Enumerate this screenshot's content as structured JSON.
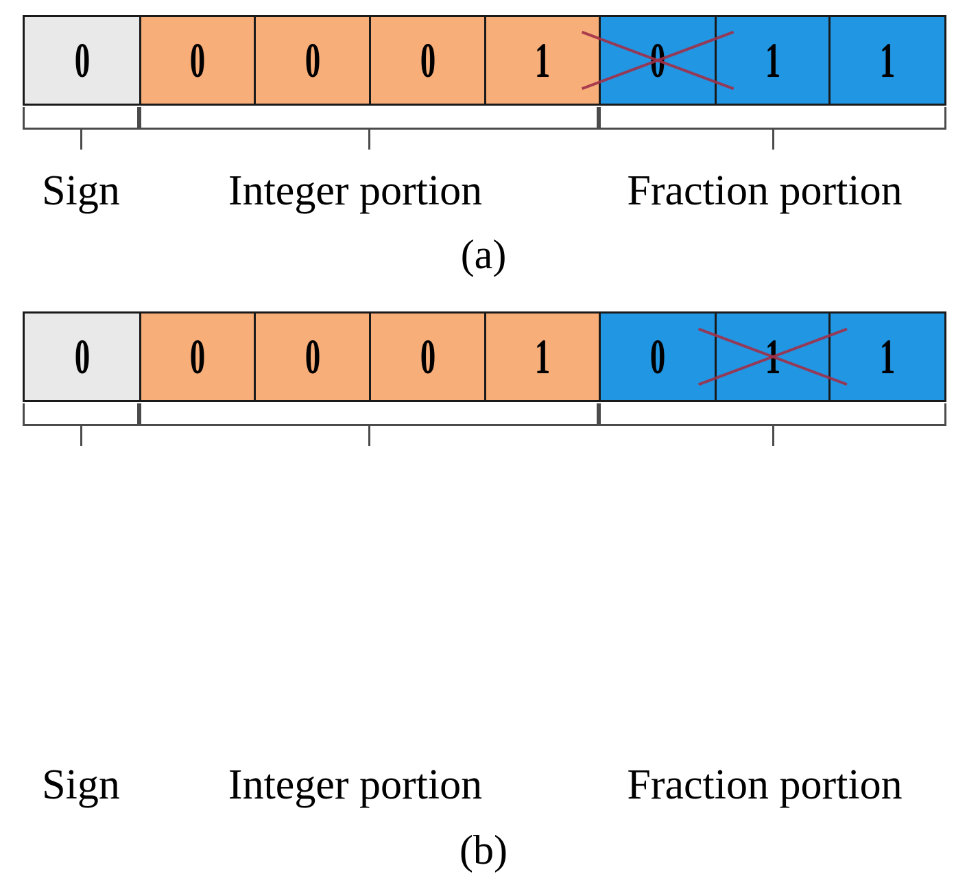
{
  "colors": {
    "sign_cell": "#e9e9e9",
    "integer_cell": "#f8ae79",
    "fraction_cell": "#2196e3",
    "border": "#1a1a1a",
    "cross_out": "#a03048",
    "brace": "#4b4b4b",
    "background": "#ffffff",
    "text": "#000000"
  },
  "figures": [
    {
      "id": "a",
      "caption": "(a)",
      "word_length": 8,
      "bits": [
        {
          "index": 0,
          "value": "0",
          "group": "sign",
          "crossed_out": false
        },
        {
          "index": 1,
          "value": "0",
          "group": "integer",
          "crossed_out": false
        },
        {
          "index": 2,
          "value": "0",
          "group": "integer",
          "crossed_out": false
        },
        {
          "index": 3,
          "value": "0",
          "group": "integer",
          "crossed_out": false
        },
        {
          "index": 4,
          "value": "1",
          "group": "integer",
          "crossed_out": false
        },
        {
          "index": 5,
          "value": "0",
          "group": "fraction",
          "crossed_out": true
        },
        {
          "index": 6,
          "value": "1",
          "group": "fraction",
          "crossed_out": false
        },
        {
          "index": 7,
          "value": "1",
          "group": "fraction",
          "crossed_out": false
        }
      ],
      "groups": [
        {
          "key": "sign",
          "label": "Sign",
          "bit_count": 1
        },
        {
          "key": "integer",
          "label": "Integer portion",
          "bit_count": 4
        },
        {
          "key": "fraction",
          "label": "Fraction portion",
          "bit_count": 3
        }
      ]
    },
    {
      "id": "b",
      "caption": "(b)",
      "word_length": 8,
      "bits": [
        {
          "index": 0,
          "value": "0",
          "group": "sign",
          "crossed_out": false
        },
        {
          "index": 1,
          "value": "0",
          "group": "integer",
          "crossed_out": false
        },
        {
          "index": 2,
          "value": "0",
          "group": "integer",
          "crossed_out": false
        },
        {
          "index": 3,
          "value": "0",
          "group": "integer",
          "crossed_out": false
        },
        {
          "index": 4,
          "value": "1",
          "group": "integer",
          "crossed_out": false
        },
        {
          "index": 5,
          "value": "0",
          "group": "fraction",
          "crossed_out": false
        },
        {
          "index": 6,
          "value": "1",
          "group": "fraction",
          "crossed_out": true
        },
        {
          "index": 7,
          "value": "1",
          "group": "fraction",
          "crossed_out": false
        }
      ],
      "groups": [
        {
          "key": "sign",
          "label": "Sign",
          "bit_count": 1
        },
        {
          "key": "integer",
          "label": "Integer portion",
          "bit_count": 4
        },
        {
          "key": "fraction",
          "label": "Fraction portion",
          "bit_count": 3
        }
      ]
    }
  ]
}
